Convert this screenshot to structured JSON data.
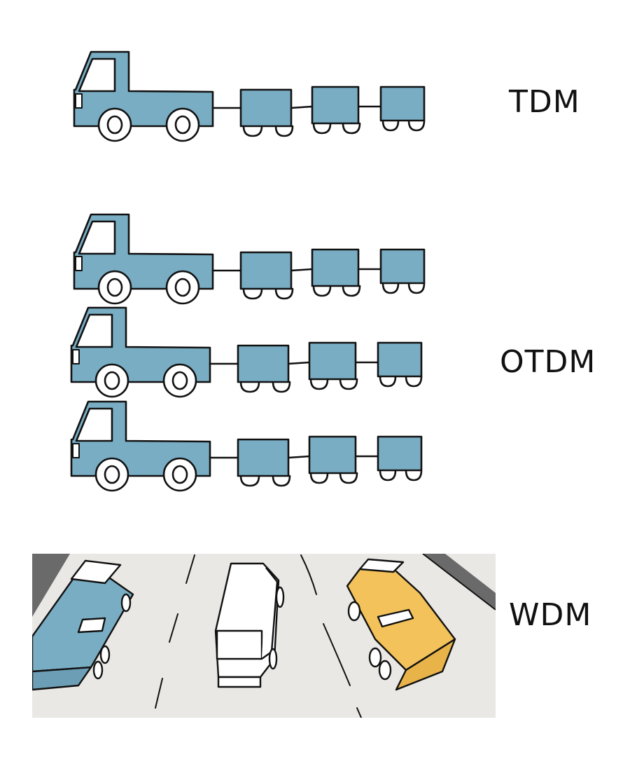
{
  "rows": [
    {
      "label": "TDM",
      "trains": 1
    },
    {
      "label": "OTDM",
      "trains": 3
    },
    {
      "label": "WDM",
      "lanes": 3
    }
  ],
  "icons": {
    "train": "truck-with-three-trailers-icon",
    "road": "three-lane-road-icon"
  },
  "colors": {
    "vehicle_blue": "#79adc4",
    "vehicle_white": "#ffffff",
    "vehicle_yellow": "#f3c25a",
    "road": "#e9e8e5",
    "outline": "#111111"
  }
}
